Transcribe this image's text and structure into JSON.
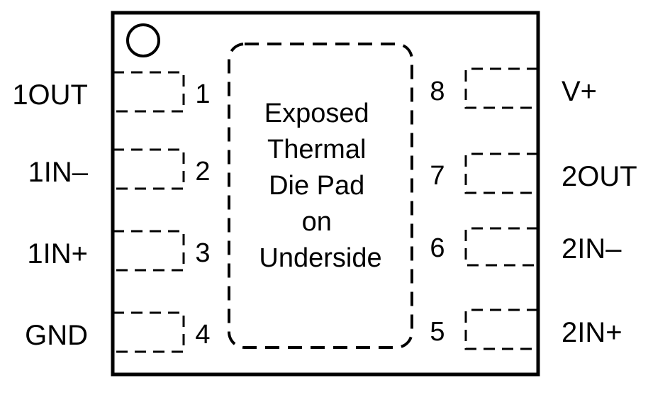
{
  "diagram": {
    "colors": {
      "stroke": "#000000",
      "background": "#ffffff"
    },
    "center_label_lines": [
      "Exposed",
      "Thermal",
      "Die Pad",
      "on",
      "Underside"
    ],
    "pins_left": [
      {
        "number": "1",
        "name": "1OUT"
      },
      {
        "number": "2",
        "name": "1IN–"
      },
      {
        "number": "3",
        "name": "1IN+"
      },
      {
        "number": "4",
        "name": "GND"
      }
    ],
    "pins_right": [
      {
        "number": "8",
        "name": "V+"
      },
      {
        "number": "7",
        "name": "2OUT"
      },
      {
        "number": "6",
        "name": "2IN–"
      },
      {
        "number": "5",
        "name": "2IN+"
      }
    ]
  }
}
